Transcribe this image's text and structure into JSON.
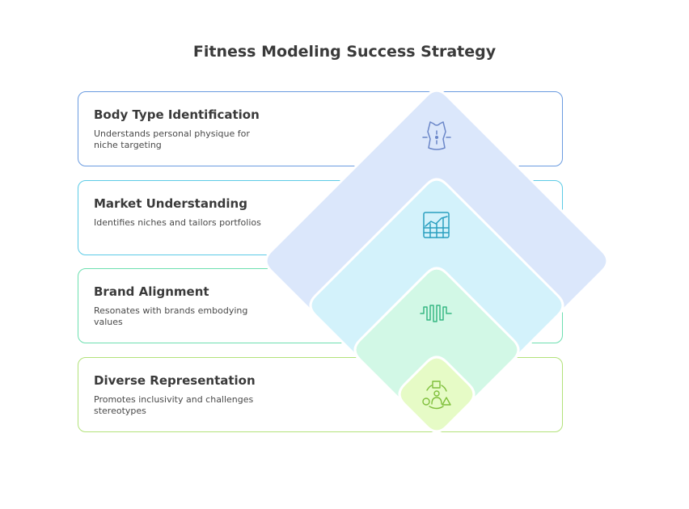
{
  "diagram": {
    "title": "Fitness Modeling Success Strategy"
  },
  "items": [
    {
      "title": "Body Type Identification",
      "description": "Understands personal physique for niche targeting",
      "icon": "torso-icon",
      "border_color": "#6a9be0",
      "fill_color": "#dbe7fb",
      "icon_color": "#6a86c8"
    },
    {
      "title": "Market Understanding",
      "description": "Identifies niches and tailors portfolios",
      "icon": "chart-grid-icon",
      "border_color": "#5ccbe6",
      "fill_color": "#d3f2fb",
      "icon_color": "#2a9fc0"
    },
    {
      "title": "Brand Alignment",
      "description": "Resonates with brands embodying values",
      "icon": "waveform-icon",
      "border_color": "#6ddfb0",
      "fill_color": "#d2f8e6",
      "icon_color": "#37b784"
    },
    {
      "title": "Diverse Representation",
      "description": "Promotes inclusivity and challenges stereotypes",
      "icon": "shapes-person-icon",
      "border_color": "#b2e27a",
      "fill_color": "#e6fbc6",
      "icon_color": "#7fbf3c"
    }
  ]
}
